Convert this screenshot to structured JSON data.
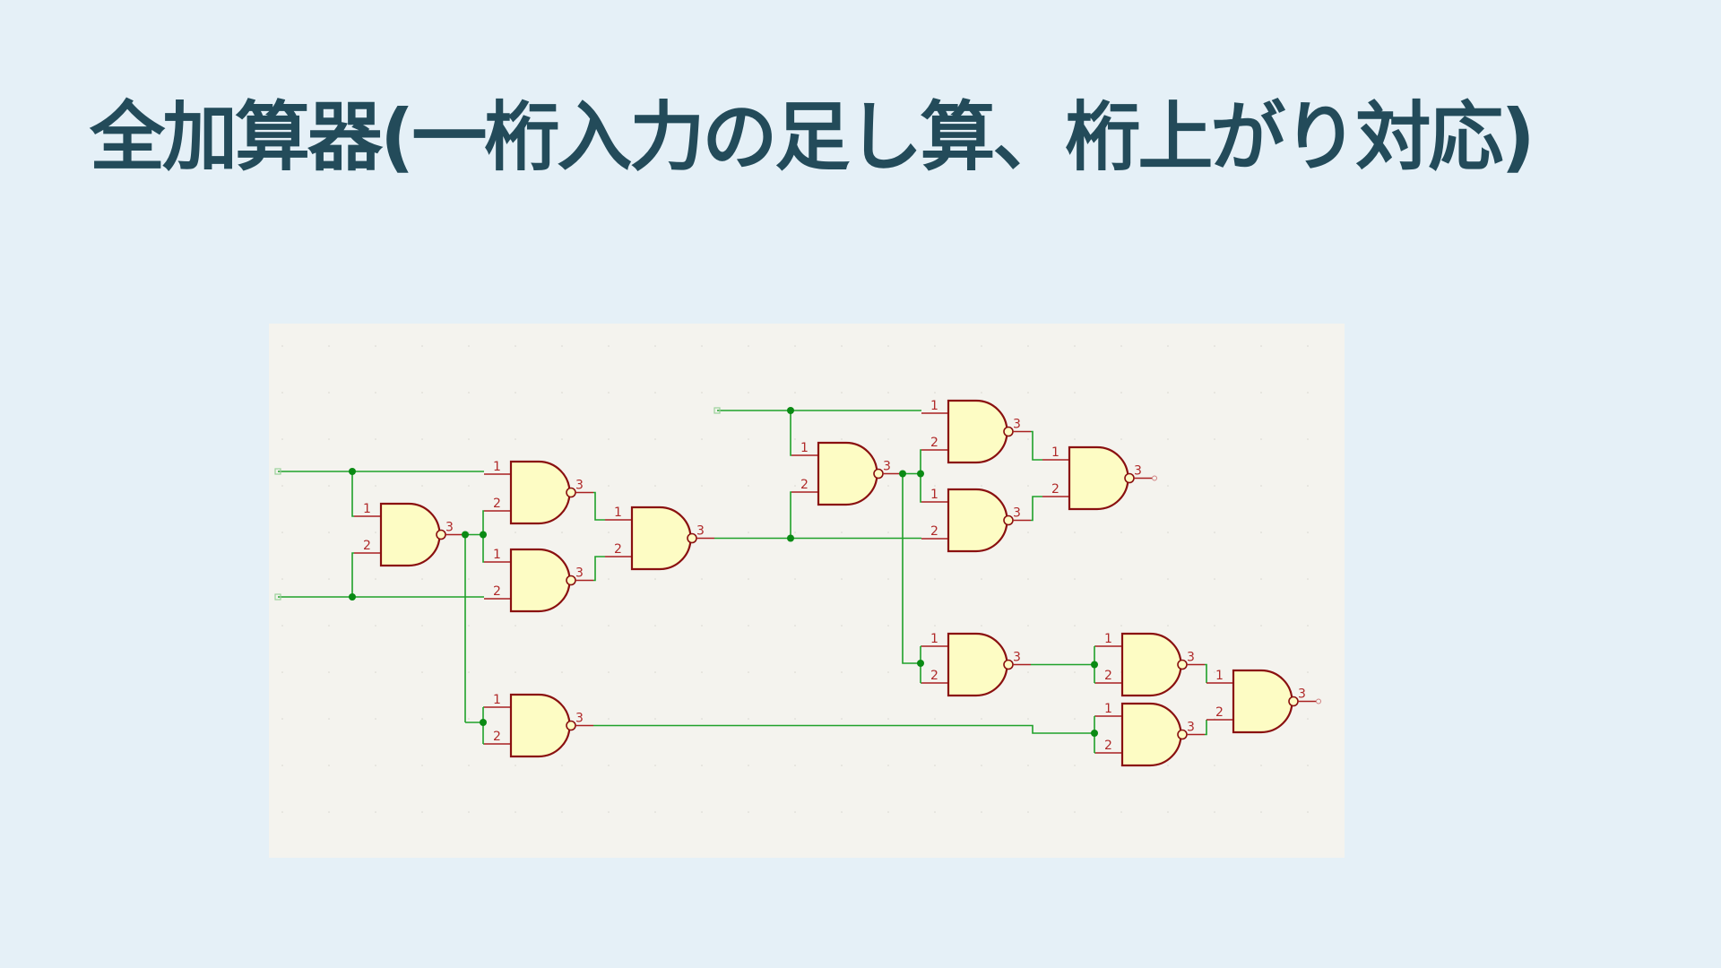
{
  "slide": {
    "title": "全加算器(一桁入力の足し算、桁上がり対応)"
  },
  "schematic": {
    "description": "Full adder built from NAND gates",
    "gate_type": "NAND",
    "gate_count": 13,
    "pin_labels": {
      "in1": "1",
      "in2": "2",
      "out": "3"
    },
    "colors": {
      "wire": "#1fa12a",
      "junction": "#0a8a14",
      "gate_body": "#fdfcc4",
      "gate_outline": "#8a1010",
      "pin": "#a82020",
      "pin_label": "#b02a2a",
      "port": "#9ad29a"
    }
  }
}
